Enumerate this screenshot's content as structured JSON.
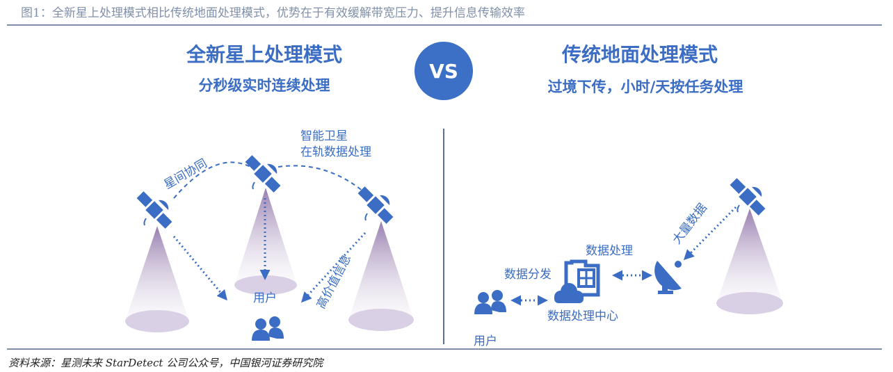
{
  "figure_title": "图1：全新星上处理模式相比传统地面处理模式，优势在于有效缓解带宽压力、提升信息传输效率",
  "source": "资料来源：星测未来 StarDetect 公司公众号，中国银河证券研究院",
  "vs_label": "VS",
  "left": {
    "heading": "全新星上处理模式",
    "subheading": "分秒级实时连续处理",
    "labels": {
      "inter_satellite": "星间协同",
      "smart_satellite": "智能卫星",
      "onorbit_processing": "在轨数据处理",
      "user": "用户",
      "high_value_info": "高价值信息"
    }
  },
  "right": {
    "heading": "传统地面处理模式",
    "subheading": "过境下传，小时/天按任务处理",
    "labels": {
      "bulk_data": "大量数据",
      "data_processing": "数据处理",
      "data_distribution": "数据分发",
      "processing_center": "数据处理中心",
      "user": "用户"
    }
  },
  "colors": {
    "accent": "#3a6dc3",
    "rule": "#7d8fa8",
    "cone": "#b9a8c9"
  }
}
